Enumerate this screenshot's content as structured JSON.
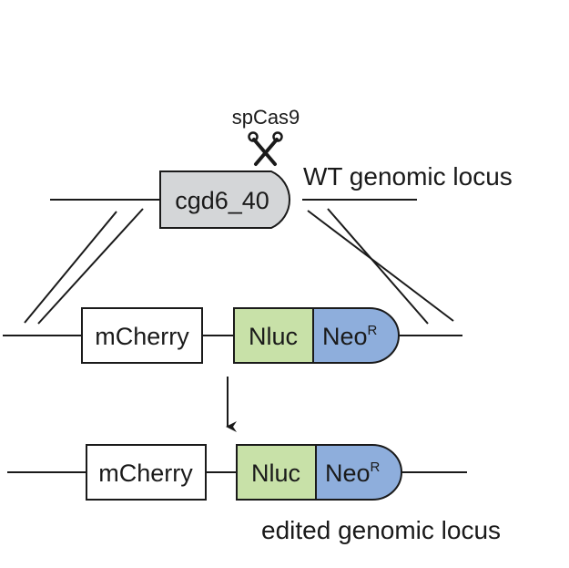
{
  "labels": {
    "enzyme": "spCas9",
    "wt_gene": "cgd6_40",
    "wt_locus": "WT genomic locus",
    "donor_mcherry": "mCherry",
    "donor_nluc": "Nluc",
    "donor_neo": "Neo",
    "donor_neo_sup": "R",
    "edited_mcherry": "mCherry",
    "edited_nluc": "Nluc",
    "edited_neo": "Neo",
    "edited_neo_sup": "R",
    "edited_locus": "edited genomic locus"
  },
  "colors": {
    "gene_fill": "#d4d6d8",
    "nluc_fill": "#c8e1a8",
    "neo_fill": "#8eaedc",
    "mcherry_fill": "#ffffff",
    "stroke": "#1a1a1a"
  },
  "icons": {
    "cut": "scissors-icon",
    "transition": "arrow-down-icon"
  }
}
